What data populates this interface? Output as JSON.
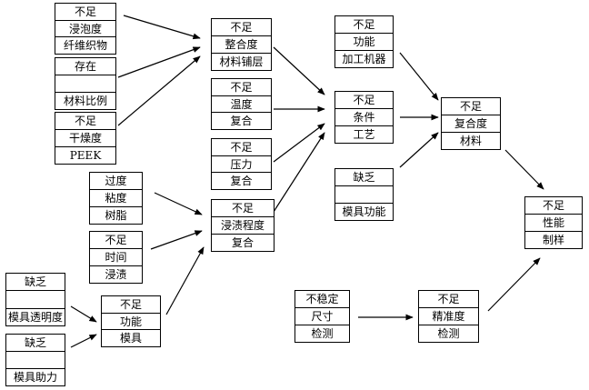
{
  "nodes": {
    "n1": [
      "不足",
      "浸泡度",
      "纤维织物"
    ],
    "n2": [
      "存在",
      "",
      "材料比例"
    ],
    "n3": [
      "不足",
      "干燥度",
      "PEEK"
    ],
    "n4": [
      "不足",
      "整合度",
      "材料铺层"
    ],
    "n5": [
      "不足",
      "温度",
      "复合"
    ],
    "n6": [
      "不足",
      "压力",
      "复合"
    ],
    "n7": [
      "过度",
      "粘度",
      "树脂"
    ],
    "n8": [
      "不足",
      "时间",
      "浸渍"
    ],
    "n9": [
      "不足",
      "浸渍程度",
      "复合"
    ],
    "n10": [
      "缺乏",
      "",
      "模具透明度"
    ],
    "n11": [
      "缺乏",
      "",
      "模具助力"
    ],
    "n12": [
      "不足",
      "功能",
      "模具"
    ],
    "n13": [
      "不足",
      "功能",
      "加工机器"
    ],
    "n14": [
      "不足",
      "条件",
      "工艺"
    ],
    "n15": [
      "缺乏",
      "",
      "模具功能"
    ],
    "n16": [
      "不足",
      "复合度",
      "材料"
    ],
    "n17": [
      "不稳定",
      "尺寸",
      "检测"
    ],
    "n18": [
      "不足",
      "精准度",
      "检测"
    ],
    "n19": [
      "不足",
      "性能",
      "制样"
    ]
  },
  "edges": [
    [
      "n1",
      "n4"
    ],
    [
      "n2",
      "n4"
    ],
    [
      "n3",
      "n4"
    ],
    [
      "n7",
      "n9"
    ],
    [
      "n8",
      "n9"
    ],
    [
      "n10",
      "n12"
    ],
    [
      "n11",
      "n12"
    ],
    [
      "n12",
      "n9"
    ],
    [
      "n4",
      "n14"
    ],
    [
      "n5",
      "n14"
    ],
    [
      "n6",
      "n14"
    ],
    [
      "n9",
      "n14"
    ],
    [
      "n13",
      "n16"
    ],
    [
      "n14",
      "n16"
    ],
    [
      "n15",
      "n16"
    ],
    [
      "n16",
      "n19"
    ],
    [
      "n17",
      "n18"
    ],
    [
      "n18",
      "n19"
    ]
  ]
}
